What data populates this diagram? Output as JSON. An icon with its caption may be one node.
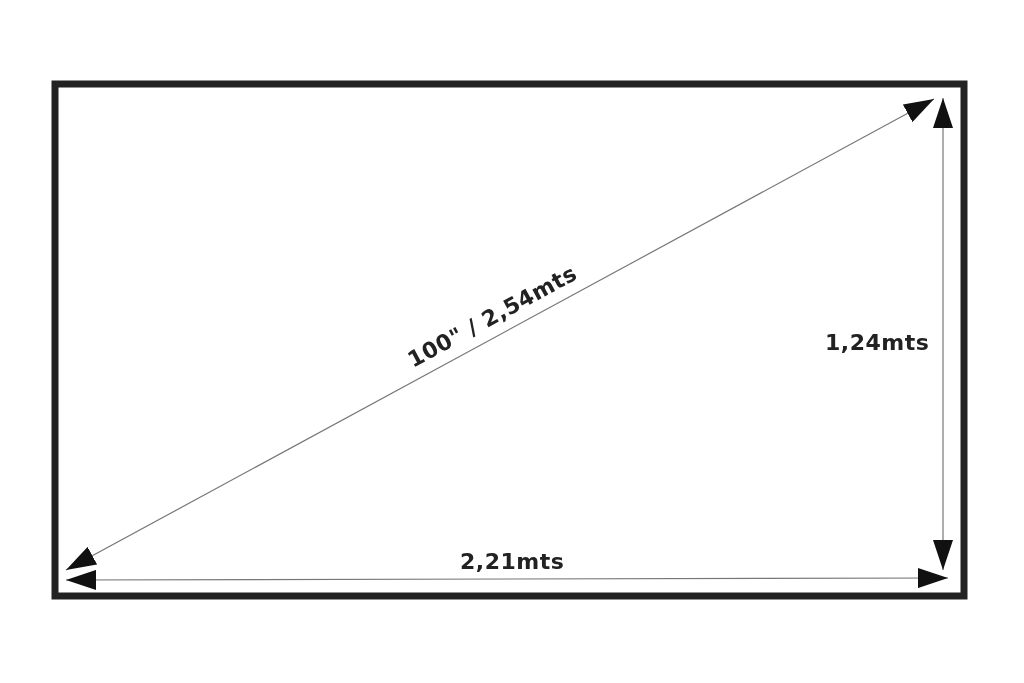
{
  "diagram": {
    "labels": [
      "100\" / 2,54mts",
      "1,24mts",
      "2,21mts"
    ]
  }
}
